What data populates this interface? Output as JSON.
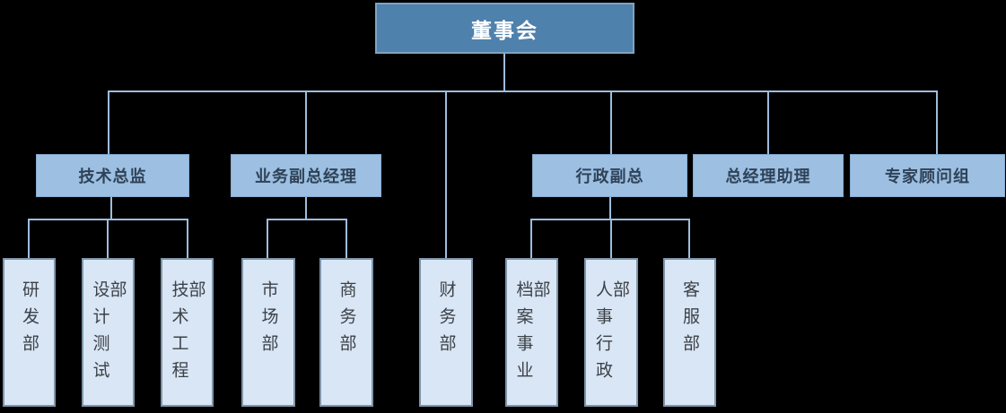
{
  "diagram": {
    "type": "org-chart",
    "root": {
      "label": "董事会"
    },
    "level2": [
      {
        "label": "技术总监"
      },
      {
        "label": "业务副总经理"
      },
      {
        "label": "行政副总"
      },
      {
        "label": "总经理助理"
      },
      {
        "label": "专家顾问组"
      }
    ],
    "level3": [
      {
        "label": "研发部",
        "parent": "技术总监"
      },
      {
        "label": "设计测试部",
        "parent": "技术总监"
      },
      {
        "label": "技术工程部",
        "parent": "技术总监"
      },
      {
        "label": "市场部",
        "parent": "业务副总经理"
      },
      {
        "label": "商务部",
        "parent": "业务副总经理"
      },
      {
        "label": "财务部",
        "parent": "董事会"
      },
      {
        "label": "档案事业部",
        "parent": "行政副总"
      },
      {
        "label": "人事行政部",
        "parent": "行政副总"
      },
      {
        "label": "客服部",
        "parent": "行政副总"
      }
    ],
    "colors": {
      "background": "#000000",
      "root_fill": "#4e81ac",
      "root_text": "#ffffff",
      "level2_fill": "#9cbfe2",
      "level2_text": "#2f4257",
      "level3_fill": "#d9e6f5",
      "level3_border": "#7e95aa",
      "level3_text": "#3c4148",
      "connector": "#9dbddd"
    }
  }
}
